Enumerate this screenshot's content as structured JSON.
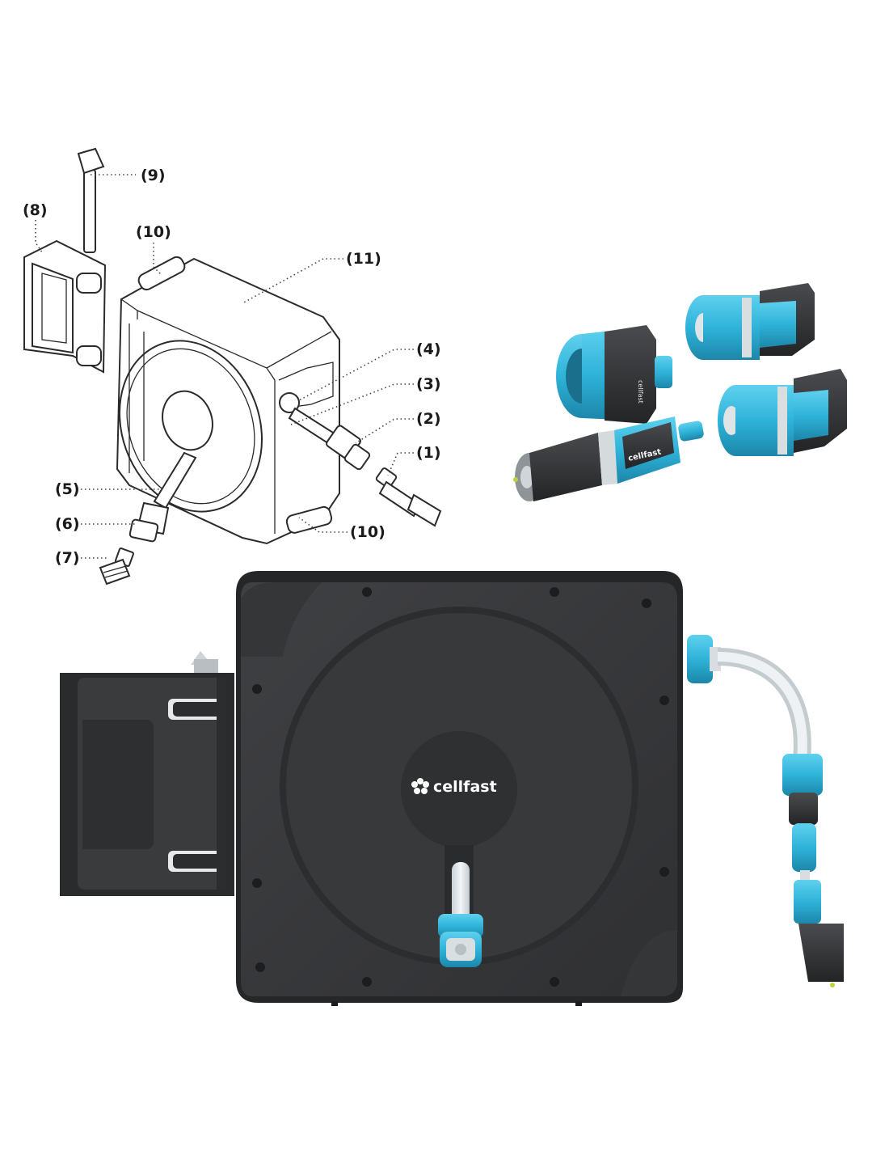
{
  "callouts": {
    "c1": "(1)",
    "c2": "(2)",
    "c3": "(3)",
    "c4": "(4)",
    "c5": "(5)",
    "c6": "(6)",
    "c7": "(7)",
    "c8": "(8)",
    "c9": "(9)",
    "c10a": "(10)",
    "c10b": "(10)",
    "c11": "(11)"
  },
  "brand": {
    "logo_text": "cellfast",
    "fitting_text": "cellfast"
  },
  "colors": {
    "reel_body": "#3a3b3d",
    "reel_dark": "#2b2c2e",
    "accent_blue": "#2fb3d9",
    "accent_blue_dark": "#1f8fb3",
    "hose": "#e4e9ec"
  }
}
